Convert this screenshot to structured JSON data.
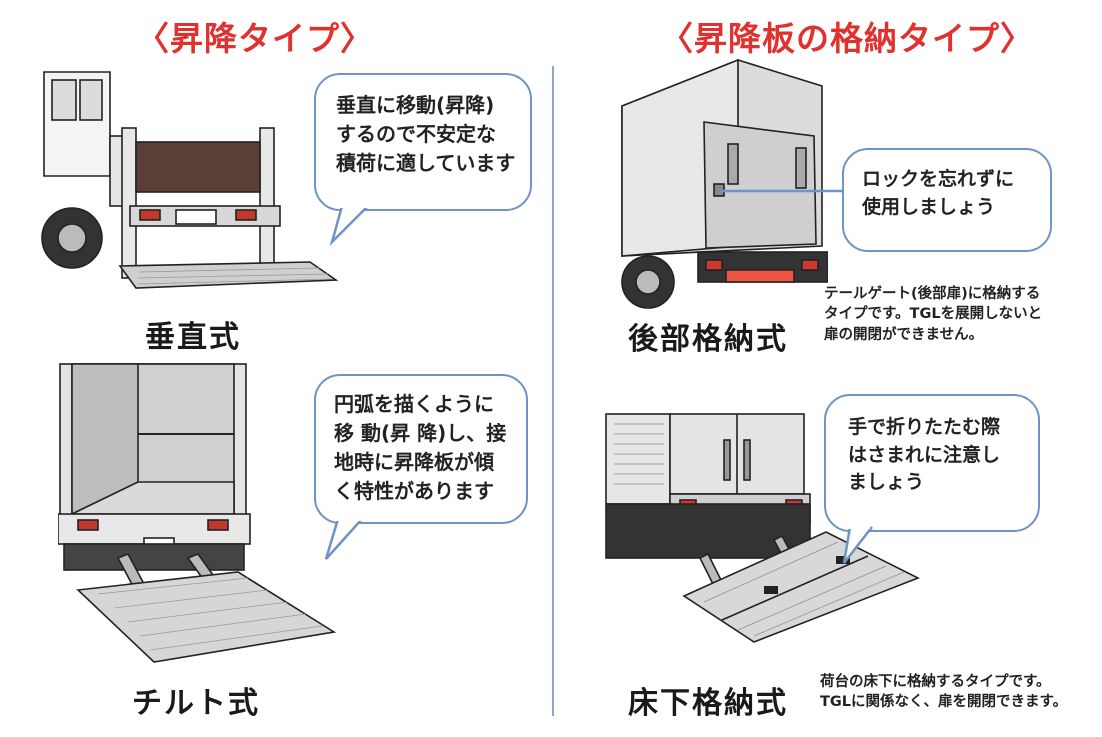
{
  "left": {
    "heading": "〈昇降タイプ〉",
    "vertical": {
      "label": "垂直式",
      "bubble": [
        "垂直に移動(昇降)",
        "するので不安定な",
        "積荷に適しています"
      ]
    },
    "tilt": {
      "label": "チルト式",
      "bubble": [
        "円弧を描くように",
        "移 動(昇 降)し、接",
        "地時に昇降板が傾",
        "く特性があります"
      ]
    }
  },
  "right": {
    "heading": "〈昇降板の格納タイプ〉",
    "rear": {
      "label": "後部格納式",
      "bubble": [
        "ロックを忘れずに",
        "使用しましょう"
      ],
      "note": [
        "テールゲート(後部扉)に格納する",
        "タイプです。TGLを展開しないと",
        "扉の開閉ができません。"
      ]
    },
    "under": {
      "label": "床下格納式",
      "bubble": [
        "手で折りたたむ際",
        "はさまれに注意し",
        "ましょう"
      ],
      "note": [
        "荷台の床下に格納するタイプです。",
        "TGLに関係なく、扉を開閉できます。"
      ]
    }
  }
}
